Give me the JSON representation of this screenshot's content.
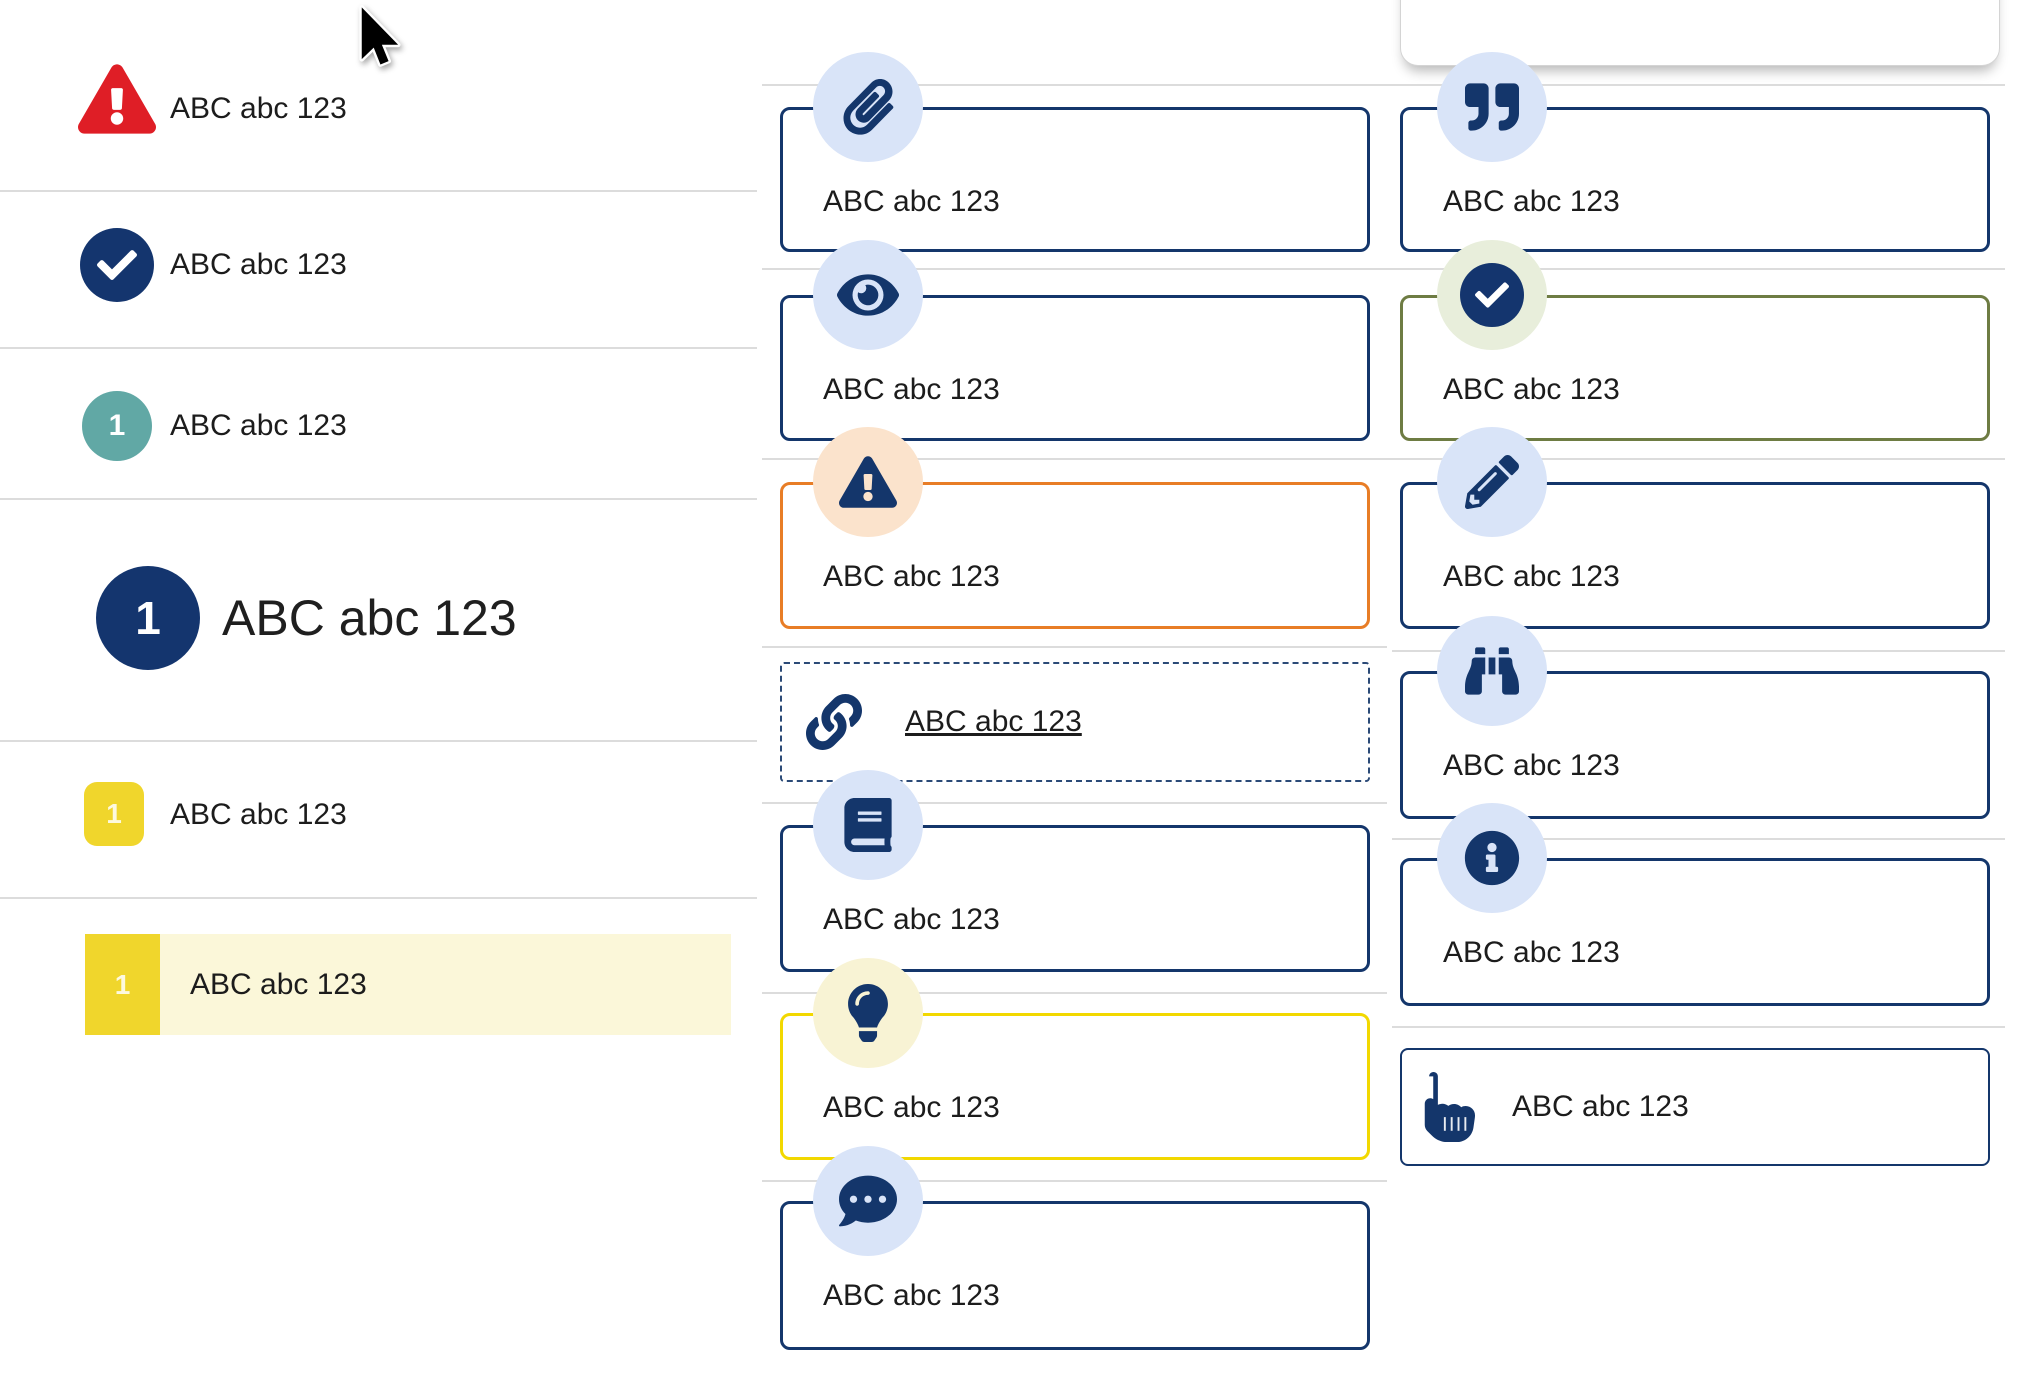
{
  "placeholder": "ABC abc 123",
  "left_list": {
    "items": [
      {
        "icon": "warning-triangle-icon",
        "label": "ABC abc 123"
      },
      {
        "icon": "check-circle-icon",
        "label": "ABC abc 123"
      },
      {
        "icon": "teal-number-badge",
        "badge": "1",
        "label": "ABC abc 123"
      },
      {
        "icon": "navy-number-badge",
        "badge": "1",
        "label": "ABC abc 123"
      },
      {
        "icon": "yellow-number-badge",
        "badge": "1",
        "label": "ABC abc 123"
      },
      {
        "icon": "yellow-number-badge-highlighted",
        "badge": "1",
        "label": "ABC abc 123"
      }
    ]
  },
  "middle_callouts": {
    "items": [
      {
        "icon": "paperclip-icon",
        "variant": "navy",
        "label": "ABC abc 123"
      },
      {
        "icon": "eye-icon",
        "variant": "navy",
        "label": "ABC abc 123"
      },
      {
        "icon": "warning-triangle-icon",
        "variant": "orange",
        "label": "ABC abc 123"
      },
      {
        "icon": "link-icon",
        "variant": "dashed",
        "label": "ABC abc 123"
      },
      {
        "icon": "book-icon",
        "variant": "navy",
        "label": "ABC abc 123"
      },
      {
        "icon": "lightbulb-icon",
        "variant": "yellow",
        "label": "ABC abc 123"
      },
      {
        "icon": "chat-dots-icon",
        "variant": "navy",
        "label": "ABC abc 123"
      }
    ]
  },
  "right_callouts": {
    "items": [
      {
        "icon": "quote-icon",
        "variant": "navy",
        "label": "ABC abc 123"
      },
      {
        "icon": "check-circle-icon",
        "variant": "olive",
        "label": "ABC abc 123"
      },
      {
        "icon": "pencil-icon",
        "variant": "navy",
        "label": "ABC abc 123"
      },
      {
        "icon": "binoculars-icon",
        "variant": "navy",
        "label": "ABC abc 123"
      },
      {
        "icon": "info-circle-icon",
        "variant": "navy",
        "label": "ABC abc 123"
      },
      {
        "icon": "hand-point-up-icon",
        "variant": "navy-thin",
        "label": "ABC abc 123"
      }
    ]
  },
  "colors": {
    "navy": "#14366b",
    "red": "#df1e26",
    "teal": "#61a8a5",
    "yellow_badge": "#f0d62c",
    "yellow_border": "#f2d800",
    "orange_border": "#e87d26",
    "olive_border": "#6e7c43",
    "light_blue_circle": "#d9e4f8",
    "peach_circle": "#fbe3cc",
    "pale_yellow_circle": "#f8f3d4",
    "pale_green_circle": "#e8eedb",
    "highlight_row": "#fbf7d9",
    "divider": "#dcdcdc",
    "text": "#1c1c1c"
  }
}
